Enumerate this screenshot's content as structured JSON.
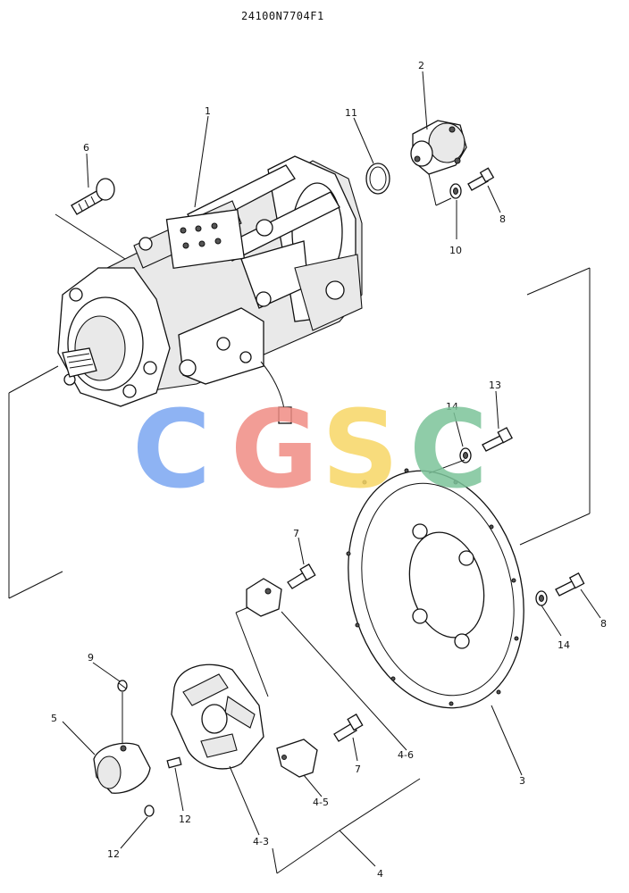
{
  "drawing_number": "24100N7704F1",
  "watermark": {
    "letters": [
      "C",
      "G",
      "S",
      "C"
    ],
    "colors": [
      "#7BA6F2",
      "#F08C84",
      "#F7D766",
      "#7CC49A"
    ]
  },
  "callouts": {
    "c1": "1",
    "c2": "2",
    "c3": "3",
    "c4": "4",
    "c4_3": "4-3",
    "c4_5": "4-5",
    "c4_6": "4-6",
    "c5": "5",
    "c6": "6",
    "c7a": "7",
    "c7b": "7",
    "c8a": "8",
    "c8b": "8",
    "c9": "9",
    "c10": "10",
    "c11": "11",
    "c12a": "12",
    "c12b": "12",
    "c13": "13",
    "c14a": "14",
    "c14b": "14"
  }
}
